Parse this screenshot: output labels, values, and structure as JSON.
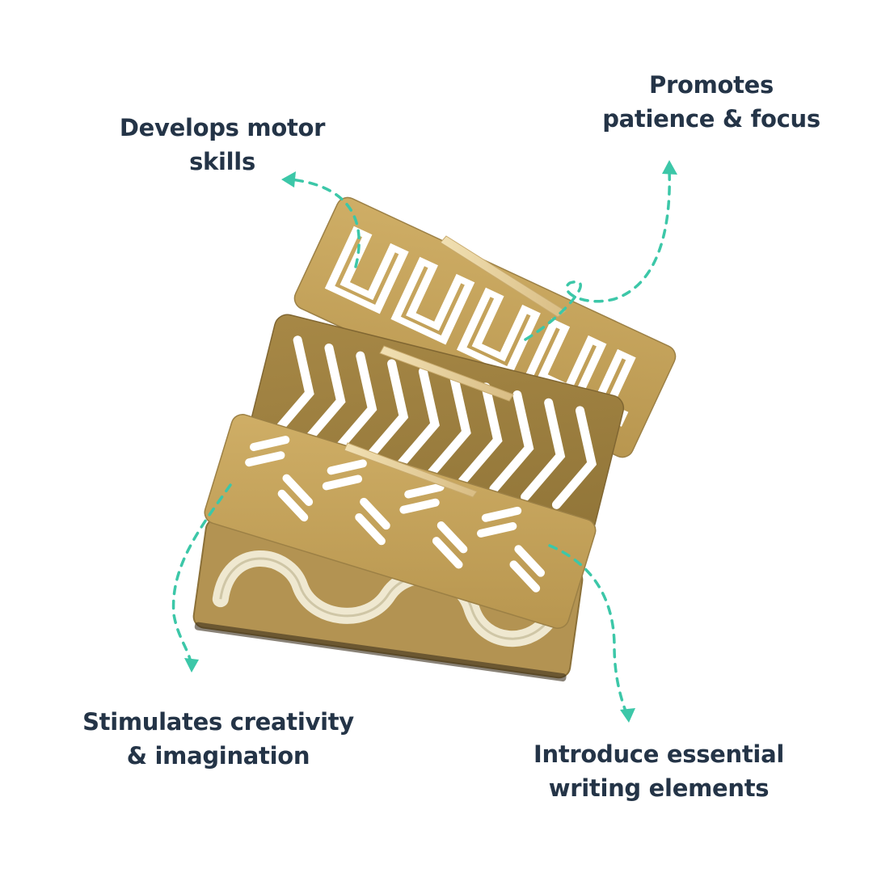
{
  "labels": {
    "motor": {
      "line1": "Develops motor",
      "line2": "skills"
    },
    "patience": {
      "line1": "Promotes",
      "line2": "patience & focus"
    },
    "creativity": {
      "line1": "Stimulates creativity",
      "line2": "& imagination"
    },
    "writing": {
      "line1": "Introduce essential",
      "line2": "writing elements"
    }
  },
  "colors": {
    "text": "#243447",
    "arrow": "#3cc7a8",
    "board_light": "#c9a45a",
    "board_dark": "#a88a45",
    "cutout": "#ffffff",
    "stylus": "#e8d3a0"
  }
}
